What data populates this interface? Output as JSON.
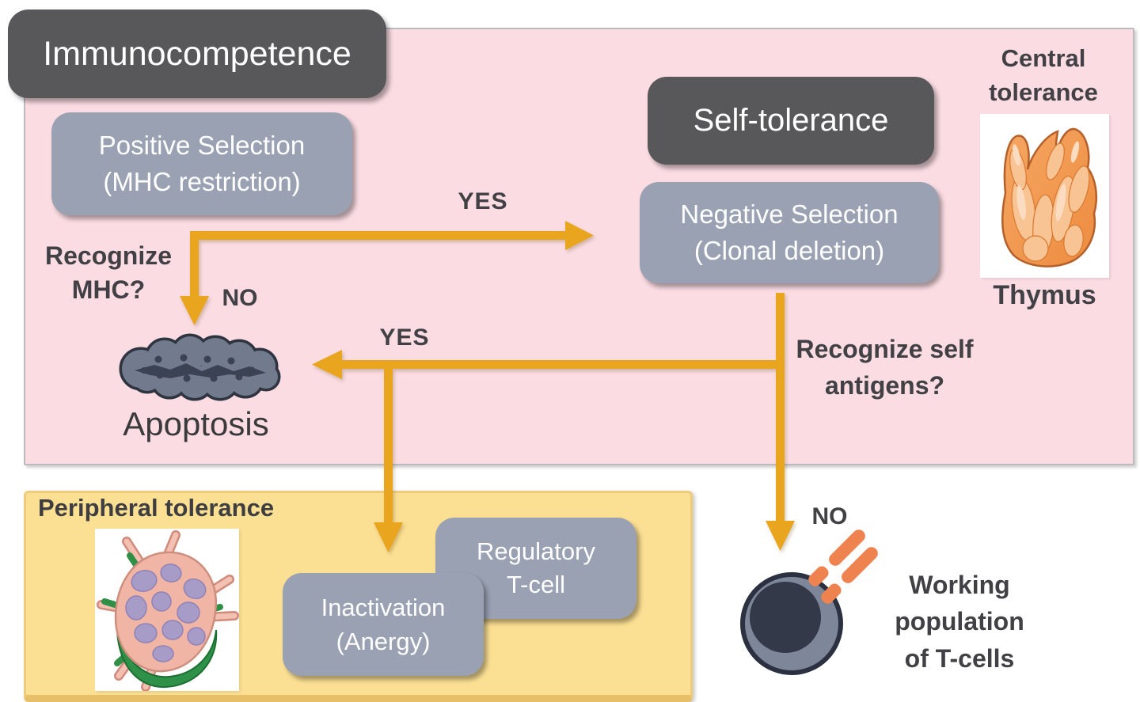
{
  "colors": {
    "background": "#ffffff",
    "pink_panel": "#FADCE2",
    "yellow_panel": "#FBDF93",
    "dark_box": "#58585A",
    "gray_blue_box": "#99A1B2",
    "arrow_gold": "#E9A51D",
    "dark_text": "#414045",
    "box_text": "#ffffff",
    "tcell_body": "#7E8699",
    "tcell_nucleus": "#333949",
    "receptor_orange": "#EE8350",
    "thymus_orange": "#ED8B3F",
    "lymph_pink": "#F1B5A6",
    "lymph_follicle": "#A79BC8",
    "lymph_capsule_green": "#2E9147",
    "apoptosis_cell_fill": "#727B8E"
  },
  "header": {
    "immunocompetence": "Immunocompetence",
    "self_tolerance": "Self-tolerance"
  },
  "boxes": {
    "positive_selection": {
      "line1": "Positive Selection",
      "line2": "(MHC restriction)"
    },
    "negative_selection": {
      "line1": "Negative Selection",
      "line2": "(Clonal deletion)"
    },
    "inactivation": {
      "line1": "Inactivation",
      "line2": "(Anergy)"
    },
    "regulatory_tcell": {
      "line1": "Regulatory",
      "line2": "T-cell"
    }
  },
  "questions": {
    "recognize_mhc": {
      "line1": "Recognize",
      "line2": "MHC?"
    },
    "recognize_self_antigens": {
      "line1": "Recognize self",
      "line2": "antigens?"
    }
  },
  "decision_labels": {
    "yes_top": "YES",
    "no_top": "NO",
    "yes_mid": "YES",
    "no_bottom": "NO"
  },
  "labels": {
    "apoptosis": "Apoptosis",
    "central_tolerance": {
      "line1": "Central",
      "line2": "tolerance"
    },
    "thymus": "Thymus",
    "peripheral_tolerance": "Peripheral tolerance",
    "working_population": {
      "line1": "Working",
      "line2": "population",
      "line3": "of T-cells"
    }
  },
  "illustrations": {
    "apoptotic_cell": "apoptotic-cell",
    "thymus_organ": "thymus-organ",
    "lymph_node": "lymph-node",
    "t_cell": "t-cell-with-tcr-receptors"
  }
}
